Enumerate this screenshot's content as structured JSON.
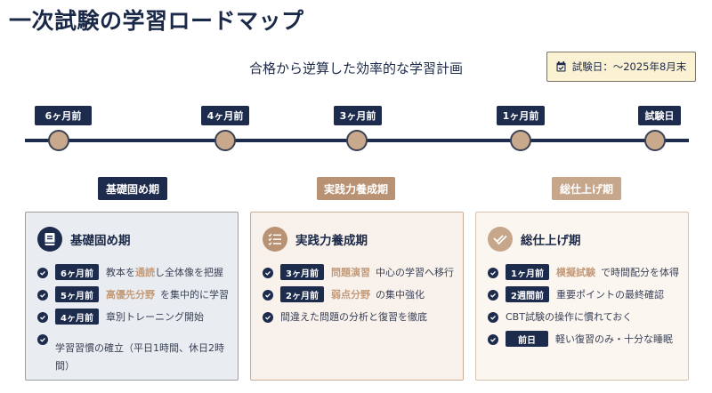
{
  "header": {
    "title": "一次試験の学習ロードマップ",
    "subtitle": "合格から逆算した効率的な学習計画",
    "exam_date": "試験日：〜2025年8月末",
    "exam_date_icon": "calendar-icon"
  },
  "timeline": {
    "milestones": [
      "6ヶ月前",
      "4ヶ月前",
      "3ヶ月前",
      "1ヶ月前",
      "試験日"
    ]
  },
  "colors": {
    "navy": "#1d2b4c",
    "tan": "#b89273",
    "sand": "#c7a78b",
    "accent_text": "#c39b7a"
  },
  "phases": [
    {
      "tag": "基礎固め期",
      "title": "基礎固め期",
      "icon": "book-icon",
      "items": [
        {
          "badge": "6ヶ月前",
          "highlight": "通読",
          "before": "教本を",
          "after": "し全体像を把握"
        },
        {
          "badge": "5ヶ月前",
          "highlight": "高優先分野",
          "before": "",
          "after": "を集中的に学習"
        },
        {
          "badge": "4ヶ月前",
          "highlight": "",
          "before": "",
          "after": "章別トレーニング開始"
        },
        {
          "badge": "",
          "highlight": "",
          "before": "",
          "after": "学習習慣の確立（平日1時間、休日2時間）"
        }
      ]
    },
    {
      "tag": "実践力養成期",
      "title": "実践力養成期",
      "icon": "checklist-icon",
      "items": [
        {
          "badge": "3ヶ月前",
          "highlight": "問題演習",
          "before": "",
          "after": "中心の学習へ移行"
        },
        {
          "badge": "2ヶ月前",
          "highlight": "弱点分野",
          "before": "",
          "after": "の集中強化"
        },
        {
          "badge": "",
          "highlight": "",
          "before": "",
          "after": "間違えた問題の分析と復習を徹底"
        }
      ]
    },
    {
      "tag": "総仕上げ期",
      "title": "総仕上げ期",
      "icon": "double-check-icon",
      "items": [
        {
          "badge": "1ヶ月前",
          "highlight": "模擬試験",
          "before": "",
          "after": "で時間配分を体得"
        },
        {
          "badge": "2週間前",
          "highlight": "",
          "before": "",
          "after": "重要ポイントの最終確認"
        },
        {
          "badge": "",
          "highlight": "",
          "before": "",
          "after": "CBT試験の操作に慣れておく"
        },
        {
          "badge": "前日",
          "highlight": "",
          "before": "",
          "after": "軽い復習のみ・十分な睡眠"
        }
      ]
    }
  ]
}
